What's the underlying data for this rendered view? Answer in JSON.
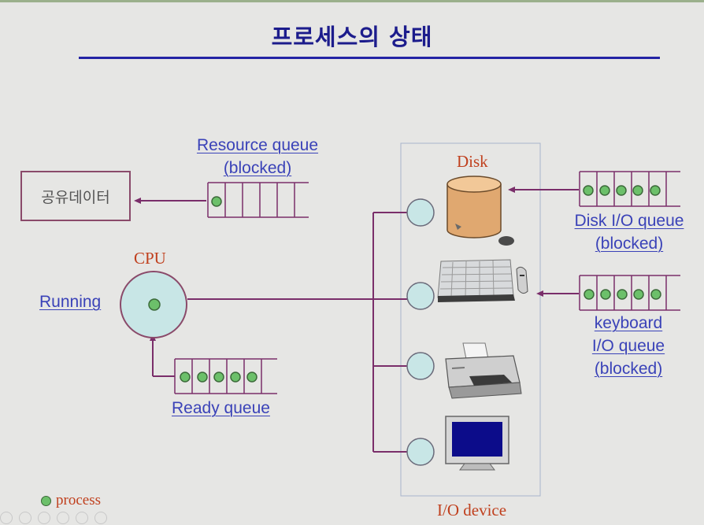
{
  "title": "프로세스의 상태",
  "shared_data_box": "공유데이터",
  "cpu_label": "CPU",
  "running_label": "Running",
  "resource_queue": {
    "line1": "Resource queue",
    "line2": "(blocked)"
  },
  "ready_queue": {
    "label": "Ready queue"
  },
  "disk_label": "Disk",
  "disk_io_queue": {
    "line1": "Disk I/O queue",
    "line2": "(blocked)"
  },
  "keyboard_io_queue": {
    "line1": "keyboard",
    "line2": "I/O queue",
    "line3": "(blocked)"
  },
  "io_device_label": "I/O device",
  "legend": {
    "process_label": "process"
  },
  "colors": {
    "title": "#1c1c8c",
    "label_blue": "#3a42b8",
    "label_red": "#c0401e",
    "connector": "#7a2e6a",
    "process_dot": "#6cc06a",
    "port_fill": "#c8e6e6"
  },
  "icons": [
    "disk-icon",
    "keyboard-mouse-icon",
    "printer-icon",
    "monitor-icon"
  ]
}
